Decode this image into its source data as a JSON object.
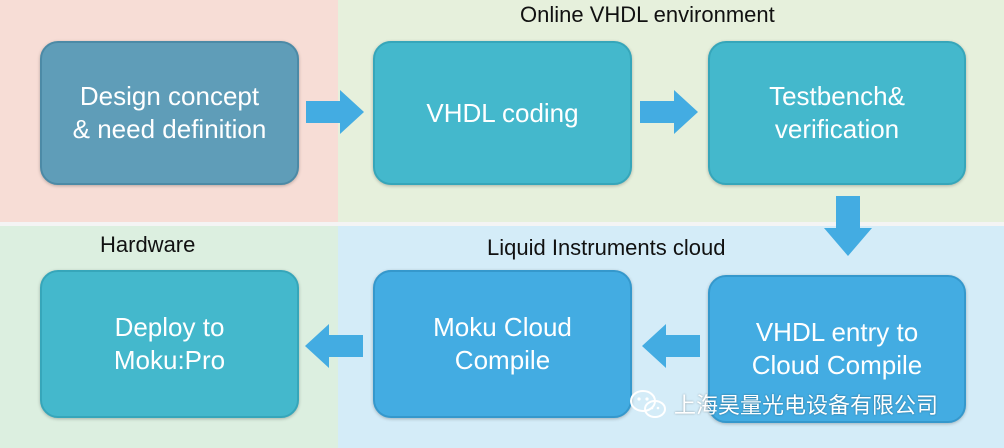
{
  "regions": {
    "online_title": "Online VHDL environment",
    "hardware_title": "Hardware",
    "cloud_title": "Liquid Instruments cloud"
  },
  "boxes": {
    "design": "Design concept\n& need definition",
    "vhdl_coding": "VHDL coding",
    "testbench": "Testbench&\nverification",
    "vhdl_entry": "VHDL entry to\nCloud Compile",
    "moku_compile": "Moku Cloud\nCompile",
    "deploy": "Deploy to\nMoku:Pro"
  },
  "watermark": {
    "text": "上海昊量光电设备有限公司",
    "icon": "wechat-icon"
  },
  "colors": {
    "arrow": "#43ace2",
    "design_box": "#5f9db8",
    "teal_box": "#44b8cc",
    "blue_box": "#43ace2"
  }
}
